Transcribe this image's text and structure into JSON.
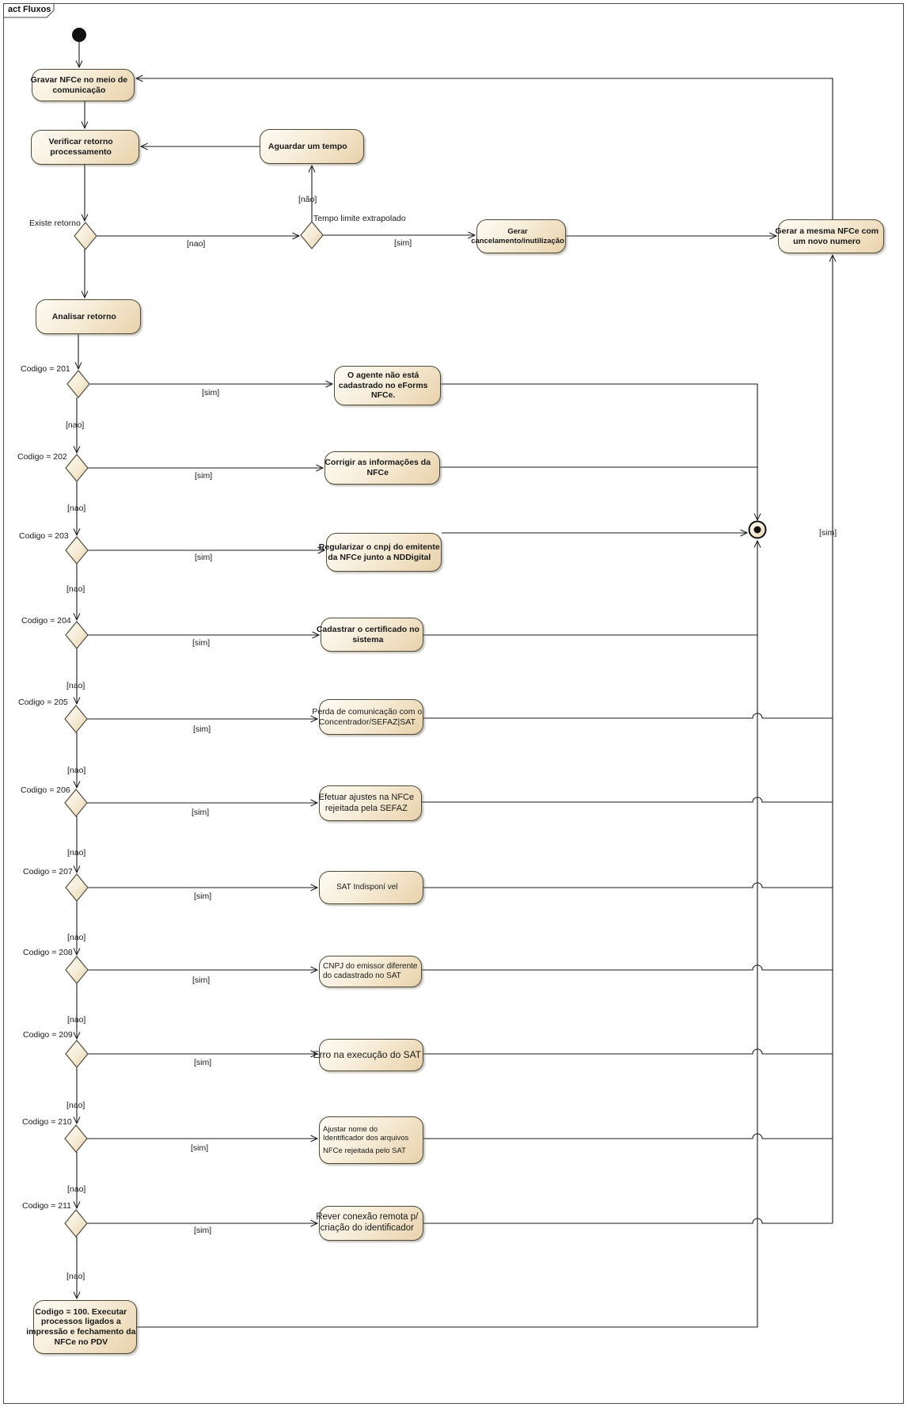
{
  "frame": {
    "title": "act Fluxos"
  },
  "colors": {
    "node_fill": "#f3e6cd",
    "node_border": "#4f4a38",
    "line": "#1a1a1a"
  },
  "nodes": {
    "gravar": "Gravar NFCe no meio de comunicação",
    "verificar": "Verificar retorno processamento",
    "aguardar": "Aguardar um tempo",
    "gerar_cancelamento": "Gerar cancelamento/inutilização",
    "gerar_mesma": "Gerar a mesma NFCe com um novo numero",
    "analisar": "Analisar retorno",
    "codigo_100": "Codigo = 100. Executar processos ligados a impressão e fechamento da NFCe no PDV"
  },
  "guards": {
    "existe_retorno": "Existe retorno",
    "nao_existe": "[nao]",
    "tempo_limite": "Tempo limite extrapolado",
    "nao_tempo": "[não]",
    "sim_tempo": "[sim]",
    "sim_loop": "[sim]"
  },
  "rows": [
    {
      "code": "Codigo = 201",
      "sim": "[sim]",
      "nao": "[nao]",
      "action": "O agente não está cadastrado no eForms NFCe."
    },
    {
      "code": "Codigo = 202",
      "sim": "[sim]",
      "nao": "[nao]",
      "action": "Corrigir as informações da NFCe"
    },
    {
      "code": "Codigo = 203",
      "sim": "[sim]",
      "nao": "[nao]",
      "action": "Regularizar o cnpj do emitente da NFCe junto a NDDigital"
    },
    {
      "code": "Codigo = 204",
      "sim": "[sim]",
      "nao": "[nao]",
      "action": "Cadastrar o certificado no sistema"
    },
    {
      "code": "Codigo = 205",
      "sim": "[sim]",
      "nao": "[nao]",
      "action": "Perda de comunicação com o Concentrador/SEFAZ|SAT"
    },
    {
      "code": "Codigo = 206",
      "sim": "[sim]",
      "nao": "[nao]",
      "action": "Efetuar ajustes na NFCe rejeitada pela SEFAZ"
    },
    {
      "code": "Codigo = 207",
      "sim": "[sim]",
      "nao": "[nao]",
      "action": "SAT Indisponí vel"
    },
    {
      "code": "Codigo = 208",
      "sim": "[sim]",
      "nao": "[nao]",
      "action": "CNPJ do emissor diferente do cadastrado no SAT"
    },
    {
      "code": "Codigo = 209",
      "sim": "[sim]",
      "nao": "[nao]",
      "action": "Erro na execução do SAT"
    },
    {
      "code": "Codigo = 210",
      "sim": "[sim]",
      "nao": "[nao]",
      "action": "Ajustar nome do Identificador dos arquivos",
      "action2": "NFCe rejeitada pelo SAT"
    },
    {
      "code": "Codigo = 211",
      "sim": "[sim]",
      "nao": "[nao]",
      "action": "Rever conexão remota p/ criação do identificador"
    }
  ]
}
